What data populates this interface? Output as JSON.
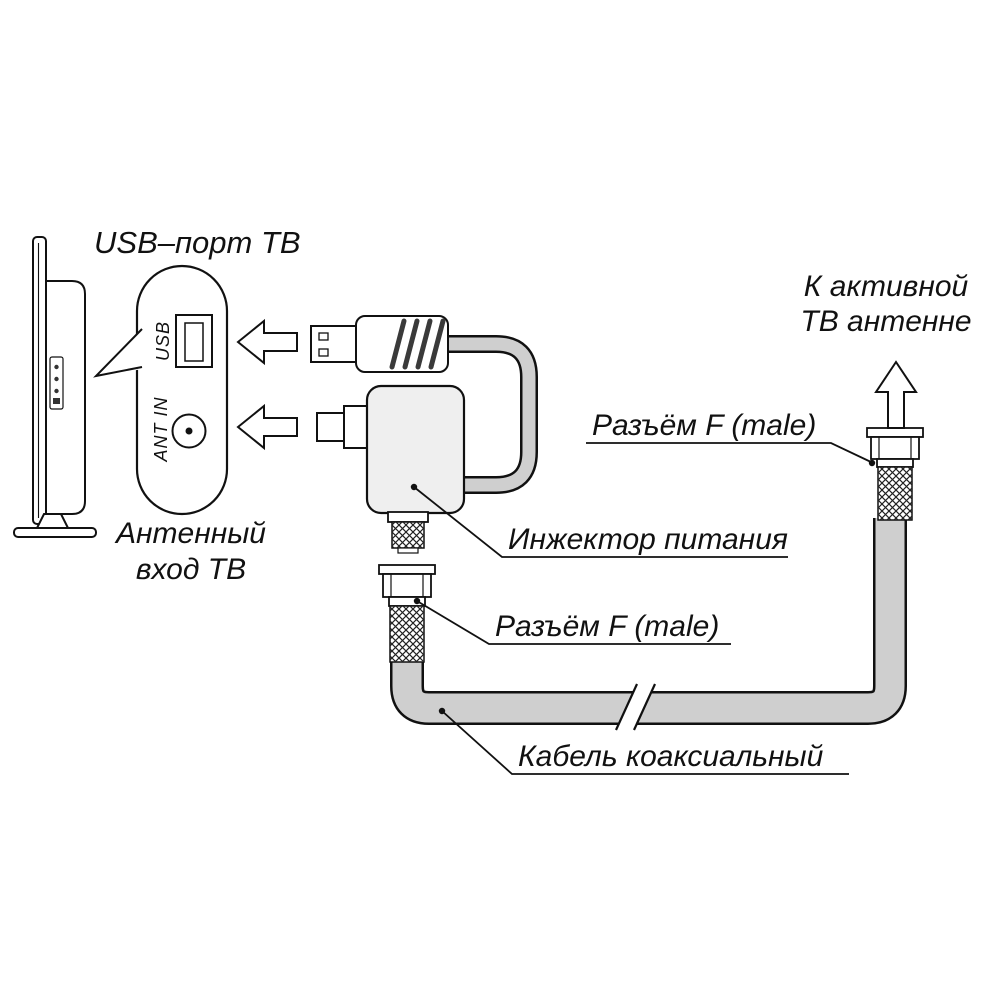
{
  "diagram": {
    "type": "wiring-diagram",
    "labels": {
      "usb_port_tv": "USB–порт ТВ",
      "usb_rotated": "USB",
      "ant_in_rotated": "ANT IN",
      "antenna_input_line1": "Антенный",
      "antenna_input_line2": "вход ТВ",
      "to_antenna_line1": "К активной",
      "to_antenna_line2": "ТВ антенне",
      "f_connector_right": "Разъём F (male)",
      "f_connector_left": "Разъём F (male)",
      "injector": "Инжектор питания",
      "coax_cable": "Кабель коаксиальный"
    },
    "colors": {
      "line": "#111111",
      "cable_fill": "#cfcfcf",
      "injector_fill": "#efefef",
      "background": "#ffffff"
    }
  }
}
